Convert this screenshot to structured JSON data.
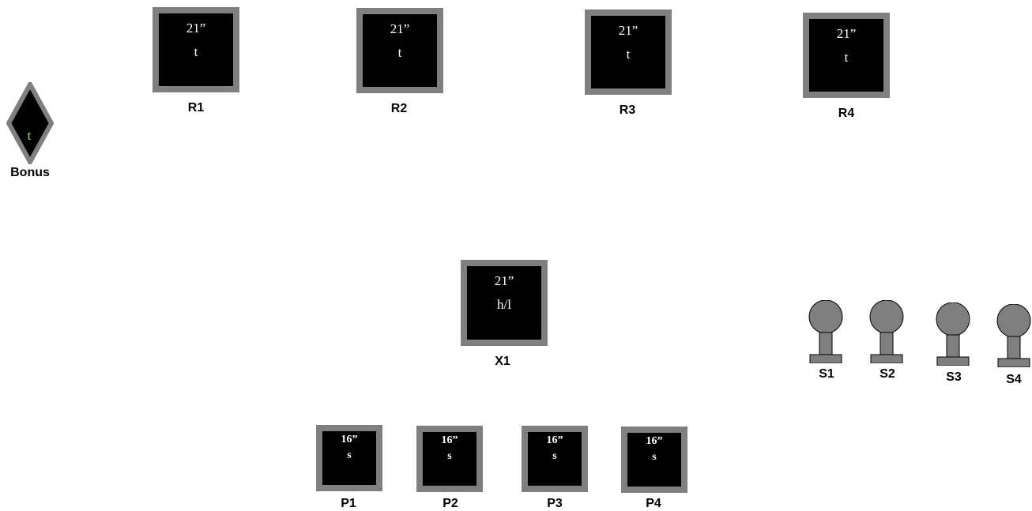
{
  "colors": {
    "monitor_frame": "#7f7f7f",
    "monitor_screen": "#000000",
    "monitor_text": "#ffffff",
    "bonus_text": "#a9d08e",
    "speaker_fill": "#7f7f7f",
    "speaker_stroke": "#000000"
  },
  "bonus": {
    "screen_text": "t",
    "label": "Bonus",
    "icon": "diamond-icon"
  },
  "row_monitors": [
    {
      "size": "21”",
      "mode": "t",
      "label": "R1"
    },
    {
      "size": "21”",
      "mode": "t",
      "label": "R2"
    },
    {
      "size": "21”",
      "mode": "t",
      "label": "R3"
    },
    {
      "size": "21”",
      "mode": "t",
      "label": "R4"
    }
  ],
  "center_monitor": {
    "size": "21”",
    "mode": "h/l",
    "label": "X1"
  },
  "player_monitors": [
    {
      "size": "16”",
      "mode": "s",
      "label": "P1"
    },
    {
      "size": "16”",
      "mode": "s",
      "label": "P2"
    },
    {
      "size": "16”",
      "mode": "s",
      "label": "P3"
    },
    {
      "size": "16”",
      "mode": "s",
      "label": "P4"
    }
  ],
  "speakers": [
    {
      "label": "S1",
      "icon": "speaker-icon"
    },
    {
      "label": "S2",
      "icon": "speaker-icon"
    },
    {
      "label": "S3",
      "icon": "speaker-icon"
    },
    {
      "label": "S4",
      "icon": "speaker-icon"
    }
  ]
}
